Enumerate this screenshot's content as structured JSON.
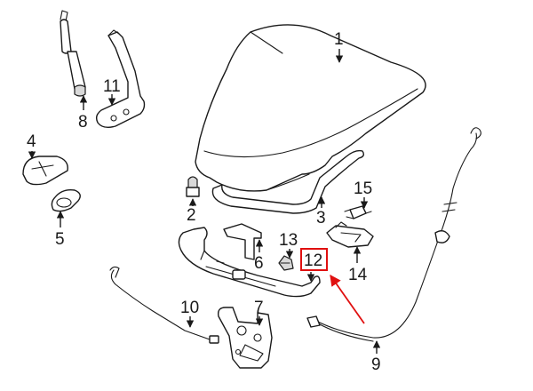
{
  "callouts": {
    "c1": "1",
    "c2": "2",
    "c3": "3",
    "c4": "4",
    "c5": "5",
    "c6": "6",
    "c7": "7",
    "c8": "8",
    "c9": "9",
    "c10": "10",
    "c11": "11",
    "c12": "12",
    "c13": "13",
    "c14": "14",
    "c15": "15"
  },
  "highlight": {
    "part_number": "12",
    "color": "#e01010"
  },
  "colors": {
    "line": "#1a1a1a",
    "background": "#ffffff"
  }
}
